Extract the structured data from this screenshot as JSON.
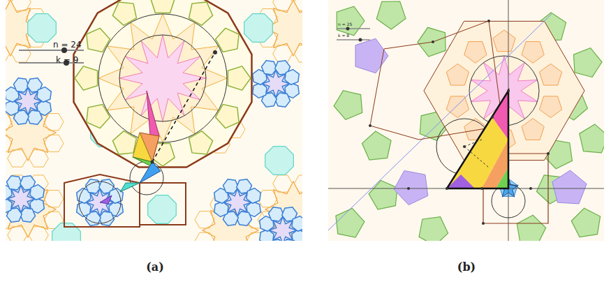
{
  "diagram": {
    "labels": [
      "n = 24",
      "k = 9",
      "n = 25",
      "k = 8",
      "(a)",
      "(b)"
    ]
  }
}
